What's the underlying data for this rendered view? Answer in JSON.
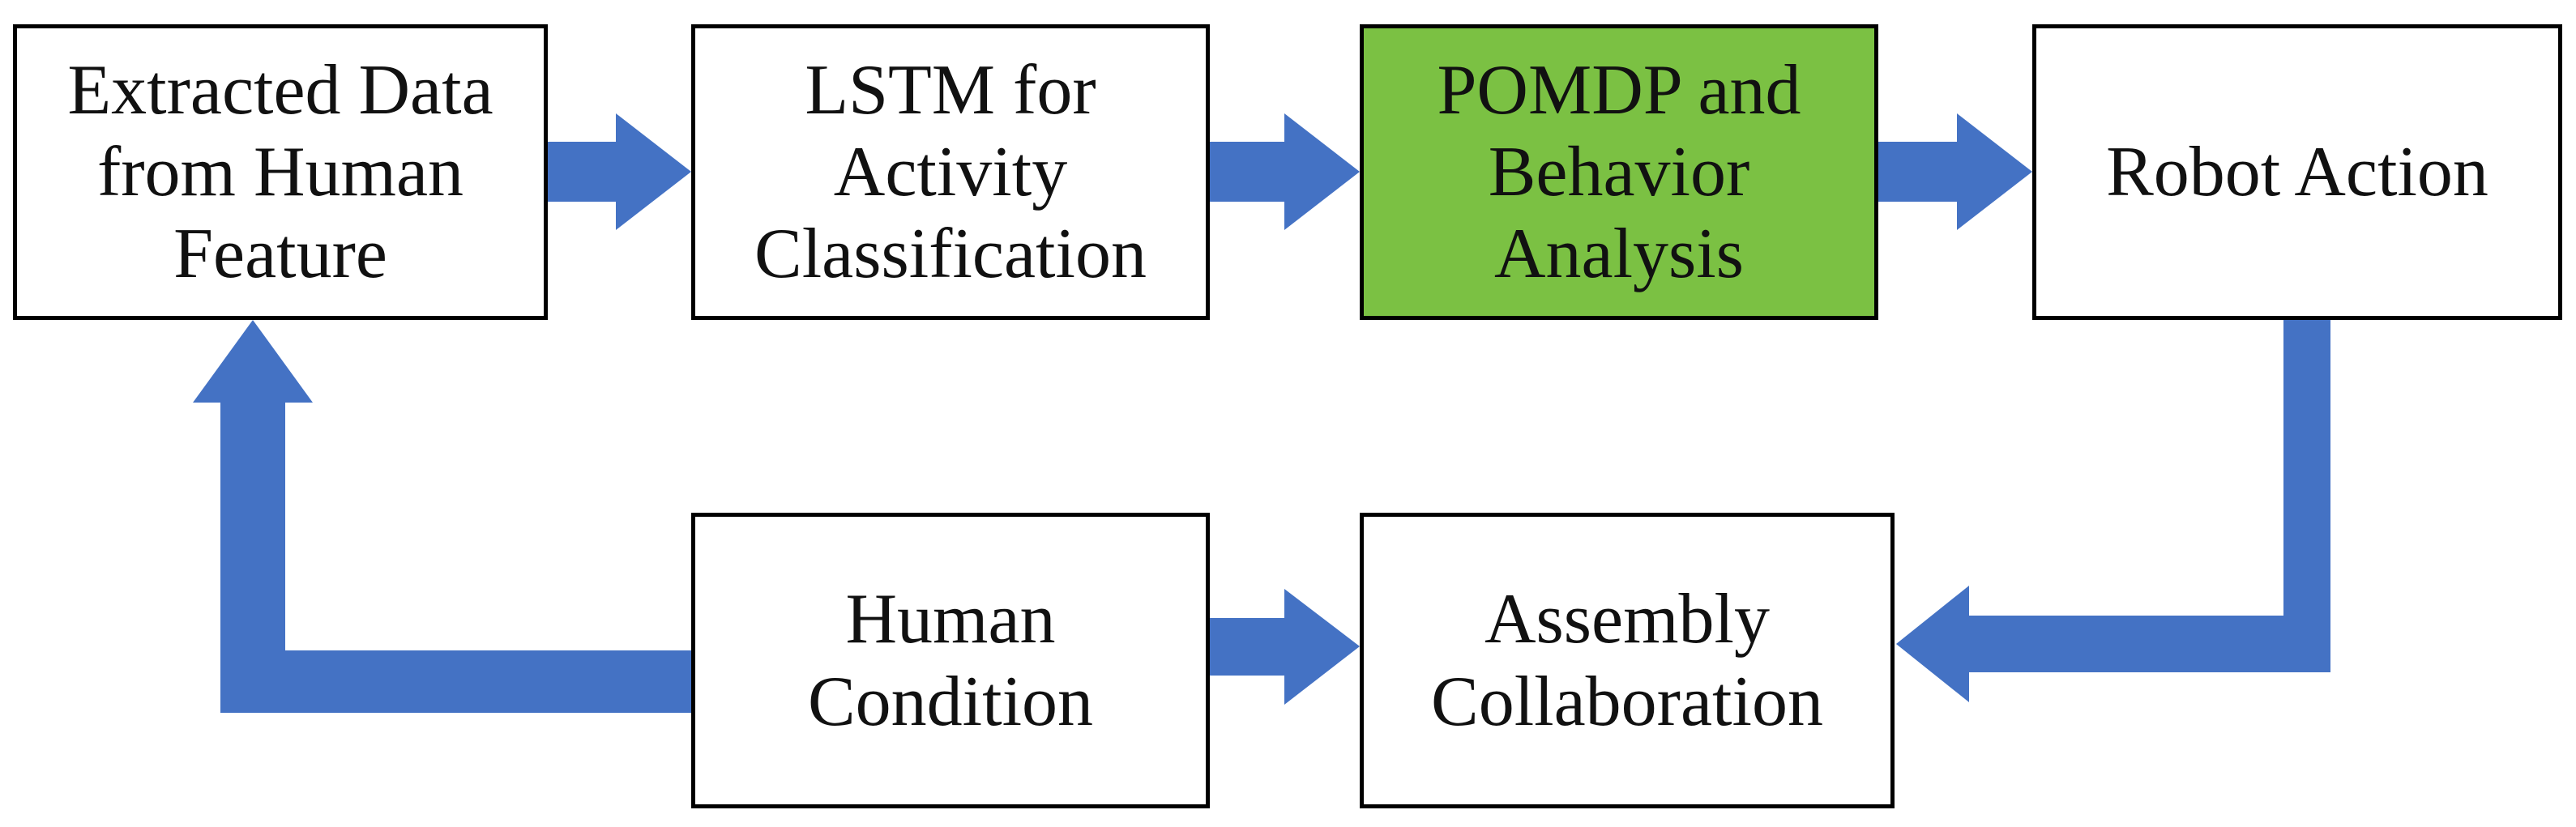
{
  "colors": {
    "arrow": "#4472c4",
    "highlight": "#7bc143",
    "border": "#000000"
  },
  "nodes": {
    "extracted": {
      "label": "Extracted Data\nfrom Human\nFeature"
    },
    "lstm": {
      "label": "LSTM for\nActivity\nClassification"
    },
    "pomdp": {
      "label": "POMDP and\nBehavior\nAnalysis"
    },
    "robot": {
      "label": "Robot Action"
    },
    "human": {
      "label": "Human\nCondition"
    },
    "assembly": {
      "label": "Assembly\nCollaboration"
    }
  },
  "edges": [
    {
      "from": "extracted",
      "to": "lstm"
    },
    {
      "from": "lstm",
      "to": "pomdp"
    },
    {
      "from": "pomdp",
      "to": "robot"
    },
    {
      "from": "robot",
      "to": "assembly"
    },
    {
      "from": "human",
      "to": "assembly"
    },
    {
      "from": "human",
      "to": "extracted"
    }
  ]
}
